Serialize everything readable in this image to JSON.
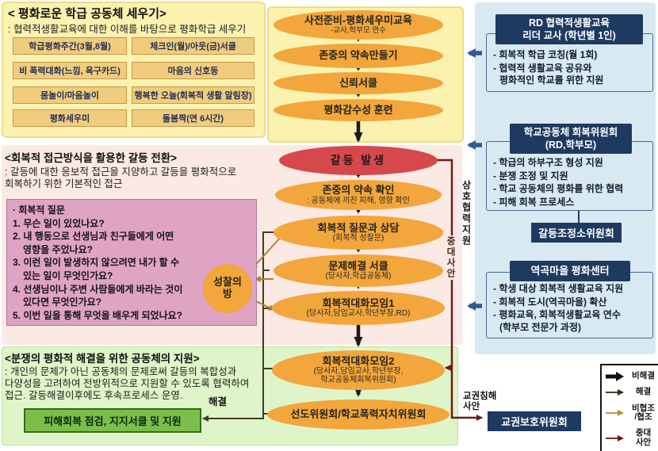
{
  "top_left_panel": {
    "title": "< 평화로운 학급 공동체 세우기>",
    "subtitle": ": 협력적생활교육에 대한 이해를 바탕으로 평화학급 세우기",
    "buttons": [
      "학급평화주간(3월,8월)",
      "체크인(월)/아웃(금)서클",
      "비 폭력대화(느낌, 욕구카드)",
      "마음의 신호등",
      "몸놀이/마음놀이",
      "행복한 오늘(회복적 생활 알림장)",
      "평화세우미",
      "돌봄짝(연 6시간)"
    ]
  },
  "flow": {
    "steps": [
      {
        "label": "사전준비-평화세우미교육",
        "sub": "-교사,학부모 연수"
      },
      {
        "label": "존중의 약속만들기"
      },
      {
        "label": "신뢰서클"
      },
      {
        "label": "평화감수성 훈련"
      },
      {
        "label": "갈등 발생"
      },
      {
        "label": "존중의 약속 확인",
        "sub": ": 공동체에 끼친 피해, 영향 확인"
      },
      {
        "label": "회복적 질문과 상담",
        "sub": "(회복적 성찰문)"
      },
      {
        "label": "문제해결 서클",
        "sub": "(당사자,학급공동체)"
      },
      {
        "label": "회복적대화모임1",
        "sub": "(당사자,담임교사,학년부장,RD)"
      },
      {
        "label": "회복적대화모임2",
        "sub": "(당사자,담임교사,학년부장,",
        "sub2": "학교공동체회복위원회)"
      },
      {
        "label": "선도위원회/학교폭력자치위원회"
      }
    ]
  },
  "reflection_room": {
    "line1": "성찰의",
    "line2": "방"
  },
  "conflict_panel": {
    "title": "<회복적 접근방식을 활용한 갈등 전환>",
    "subtitle_line1": ": 갈등에 대한 응보적 접근을 지양하고 갈등을 평화적으로",
    "subtitle_line2": "회복하기 위한 기본적인 접근",
    "questions": [
      "· 회복적 질문",
      "1. 무슨 일이 있었나요?",
      "2. 내 행동으로 선생님과 친구들에게 어떤",
      "영향을 주었나요?",
      "3. 이런 일이 발생하지 않으려면 내가 할 수",
      "있는 일이 무엇인가요?",
      "4. 선생님이나 주변 사람들에게 바라는 것이",
      "있다면 무엇인가요?",
      "5. 이번 일을 통해 무엇을 배우게 되었나요?"
    ]
  },
  "support_panel": {
    "title": "<분쟁의 평화적 해결을 위한 공동체의 지원>",
    "subtitle_line1": ": 개인의 문제가 아닌 공동체의 문제로써 갈등의 복합성과",
    "subtitle_line2": "다양성을 고려하여 전방위적으로 지원할 수 있도록 협력하여",
    "subtitle_line3": "접근. 갈등해결이후에도 후속프로세스 운영.",
    "recovery_box": "피해회복 점검, 지지서클 및 지원",
    "resolved_label": "해결"
  },
  "right_panel": {
    "boxes": [
      {
        "header_line1": "RD 협력적생활교육",
        "header_line2": "리더 교사 (학년별 1인)",
        "items": [
          "- 회복적 학급 코칭(월 1회)",
          "- 협력적 생활교육 공유와",
          "평화적인 학교를 위한 지원"
        ]
      },
      {
        "header_line1": "학교공동체 회복위원회",
        "header_line2": "(RD,학부모)",
        "items": [
          "- 학급의 하부구조 형성 지원",
          "- 분쟁 조정 및 지원",
          "- 학교 공동체의 평화를 위한 협력",
          "- 피해 회복 프로세스"
        ],
        "sub_box": "갈등조정소위원회"
      },
      {
        "header_line1": "역곡마을 평화센터",
        "items": [
          "- 학생 대상 회복적 생활교육 지원",
          "- 회복적 도시(역곡마을) 확산",
          "- 평화교육, 회복적생활교육 연수",
          "(학부모 전문가 과정)"
        ]
      }
    ]
  },
  "side_labels": {
    "mutual_support": "상호협력지원",
    "serious_case": "중대사안",
    "teacher_rights_line1": "교권침해",
    "teacher_rights_line2": "사안",
    "teacher_rights_board": "교권보호위원회"
  },
  "legend": {
    "unresolved": "비해결",
    "resolved": "해결",
    "noncoop_line1": "비협조",
    "noncoop_line2": "/협조",
    "serious_line1": "중대",
    "serious_line2": "사안"
  },
  "colors": {
    "orange": "#F2A63C",
    "red": "#D5484B",
    "navy": "#1E3A61",
    "steel_blue": "#2F5B8E",
    "dark_red": "#6E1A1A",
    "olive": "#3E3E28",
    "gold": "#A8842C",
    "yellow_bg": "#FBF2B0",
    "pink_bg": "#FBE9E4",
    "mauve_box": "#DFA3C4",
    "green_bg": "#DFF4C8",
    "green_box": "#7BBE4C",
    "blue_bg": "#D8E9F1",
    "tan_button": "#F1CC7D"
  }
}
